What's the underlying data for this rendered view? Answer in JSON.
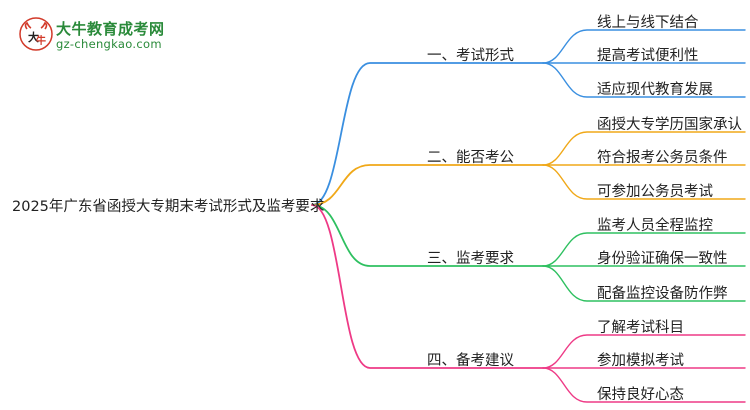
{
  "logo": {
    "title": "大牛教育成考网",
    "url": "gz-chengkao.com",
    "badge_icon": "bull-head-logo",
    "color": "#2a8a3a"
  },
  "root": {
    "label": "2025年广东省函授大专期末考试形式及监考要求"
  },
  "branches": [
    {
      "label": "一、考试形式",
      "color": "#3a8fe0",
      "leaves": [
        "线上与线下结合",
        "提高考试便利性",
        "适应现代教育发展"
      ]
    },
    {
      "label": "二、能否考公",
      "color": "#f0a818",
      "leaves": [
        "函授大专学历国家承认",
        "符合报考公务员条件",
        "可参加公务员考试"
      ]
    },
    {
      "label": "三、监考要求",
      "color": "#2ec060",
      "leaves": [
        "监考人员全程监控",
        "身份验证确保一致性",
        "配备监控设备防作弊"
      ]
    },
    {
      "label": "四、备考建议",
      "color": "#ee3a86",
      "leaves": [
        "了解考试科目",
        "参加模拟考试",
        "保持良好心态"
      ]
    }
  ]
}
